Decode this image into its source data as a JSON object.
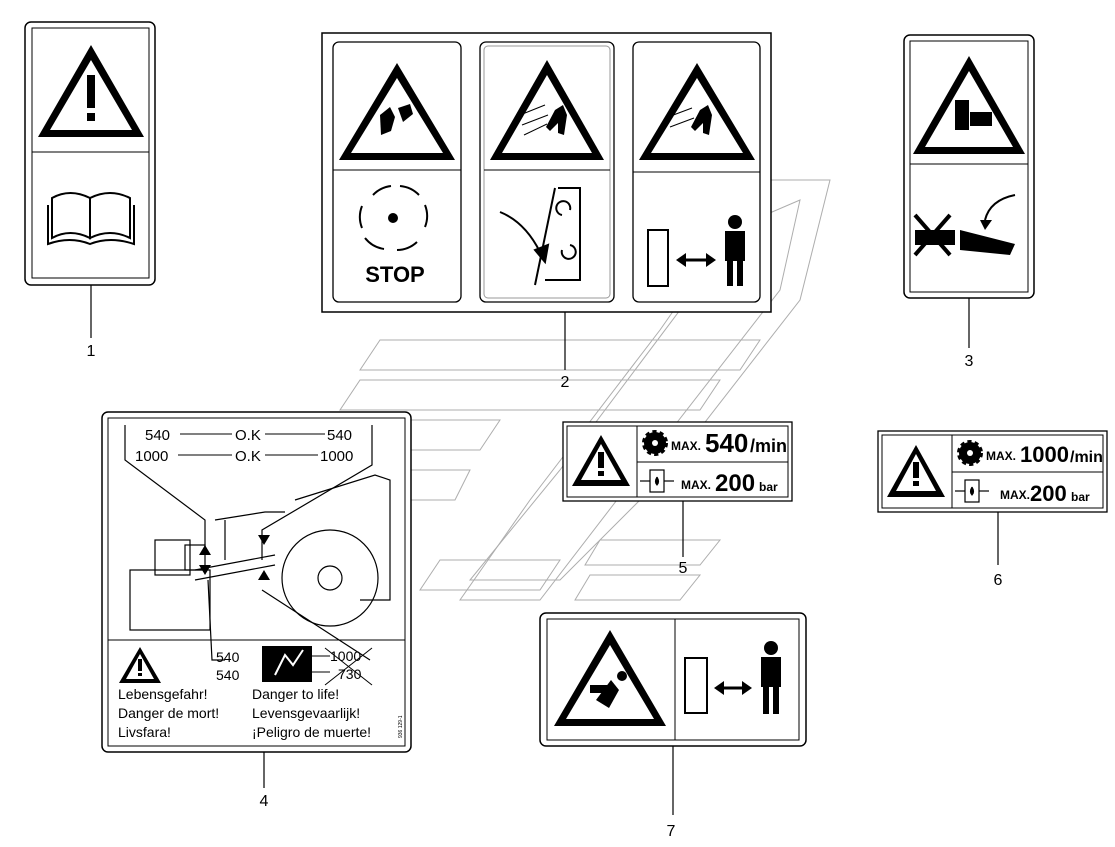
{
  "callouts": [
    "1",
    "2",
    "3",
    "4",
    "5",
    "6",
    "7"
  ],
  "decal2": {
    "stop": "STOP"
  },
  "decal4": {
    "rpm1": "540",
    "ok1": "O.K",
    "rpm2": "540",
    "rpm3": "1000",
    "ok2": "O.K",
    "rpm4": "1000",
    "low1": "540",
    "low2": "540",
    "cross1": "1000",
    "cross2": "730",
    "warnings_left": [
      "Lebensgefahr!",
      "Danger de mort!",
      "Livsfara!"
    ],
    "warnings_right": [
      "Danger to life!",
      "Levensgevaarlijk!",
      "¡Peligro de muerte!"
    ],
    "code": "936 129-1"
  },
  "decal5": {
    "max_label": "MAX.",
    "speed": "540",
    "speed_unit": "/min",
    "max_label2": "MAX.",
    "pressure": "200",
    "pressure_unit": "bar"
  },
  "decal6": {
    "max_label": "MAX.",
    "speed": "1000",
    "speed_unit": "/min",
    "max_label2": "MAX.",
    "pressure": "200",
    "pressure_unit": "bar"
  }
}
